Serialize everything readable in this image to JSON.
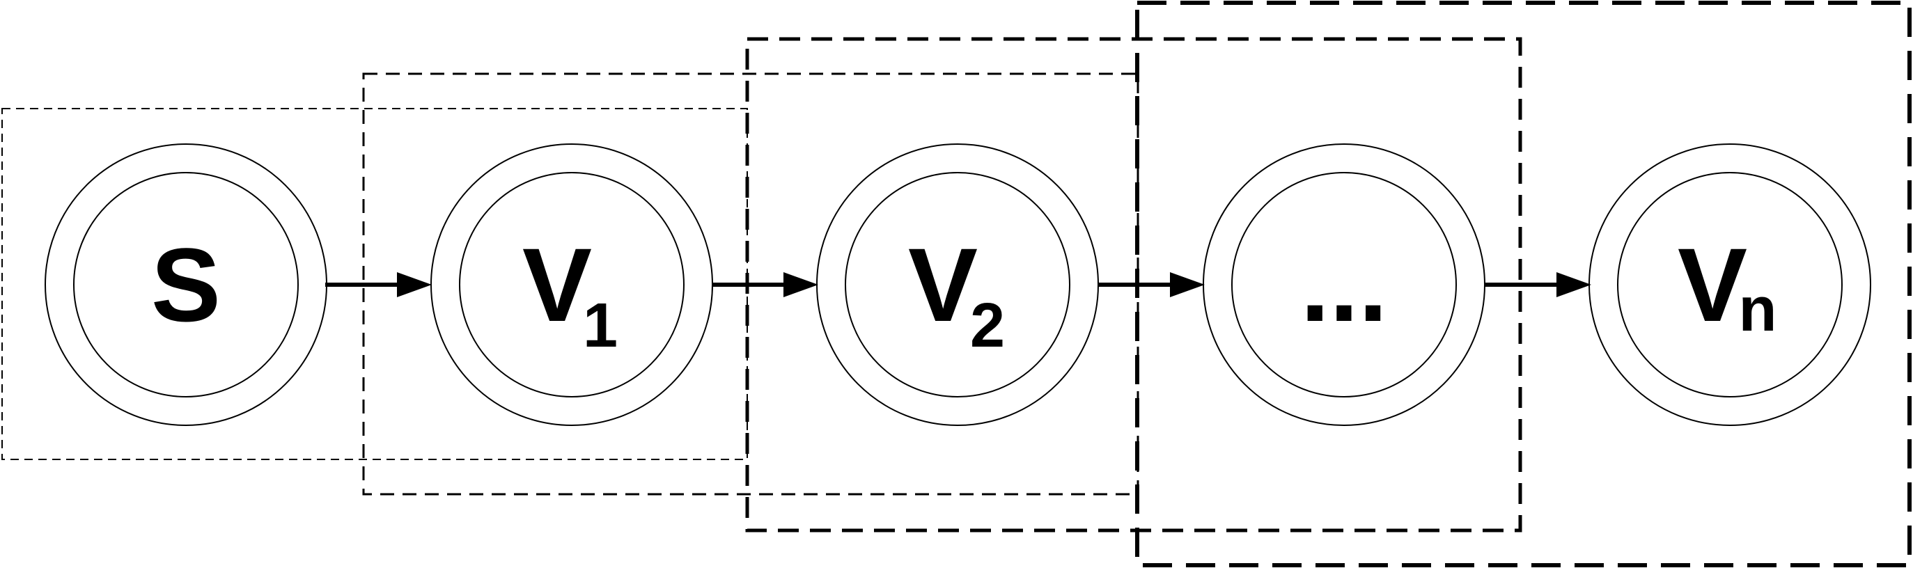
{
  "diagram": {
    "colors": {
      "stroke": "#000000",
      "background": "#ffffff"
    },
    "nodes": [
      {
        "id": "s",
        "label": "S",
        "subscript": ""
      },
      {
        "id": "v1",
        "label": "V",
        "subscript": "1"
      },
      {
        "id": "v2",
        "label": "V",
        "subscript": "2"
      },
      {
        "id": "ellipsis",
        "label": "...",
        "subscript": ""
      },
      {
        "id": "vn",
        "label": "V",
        "subscript": "n"
      }
    ],
    "edges": [
      {
        "from": "s",
        "to": "v1"
      },
      {
        "from": "v1",
        "to": "v2"
      },
      {
        "from": "v2",
        "to": "ellipsis"
      },
      {
        "from": "ellipsis",
        "to": "vn"
      }
    ],
    "groups": [
      {
        "id": "group-s-v1",
        "members": [
          "s",
          "v1"
        ]
      },
      {
        "id": "group-v1-v2",
        "members": [
          "v1",
          "v2"
        ]
      },
      {
        "id": "group-v2-ellipsis",
        "members": [
          "v2",
          "ellipsis"
        ]
      },
      {
        "id": "group-ellipsis-vn",
        "members": [
          "ellipsis",
          "vn"
        ]
      }
    ]
  }
}
